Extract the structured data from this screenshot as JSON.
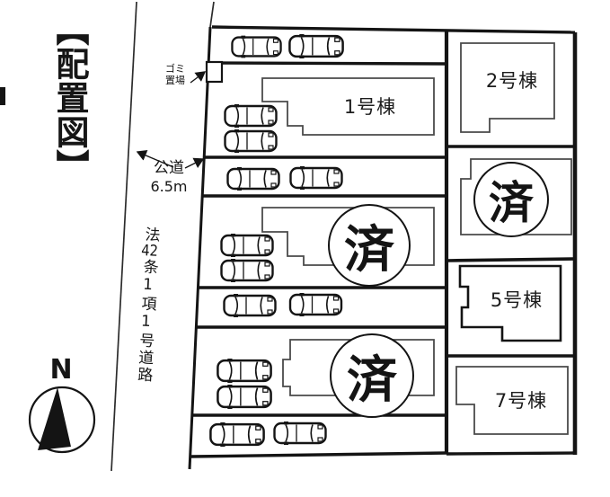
{
  "title": "【配置図】",
  "compass": {
    "label": "N"
  },
  "road": {
    "name": "公道",
    "size": "6.5m",
    "law_prefix": "法",
    "law_number": "42",
    "law_suffix": "条1項1号道路"
  },
  "garbage": {
    "label": "ゴミ置場"
  },
  "buildings": {
    "b1": "1号棟",
    "b2": "2号棟",
    "b5": "5号棟",
    "b7": "7号棟"
  },
  "stamp": {
    "label": "済"
  },
  "colors": {
    "line": "#141414",
    "building_outline": "#4a4a4a",
    "background": "#ffffff"
  }
}
